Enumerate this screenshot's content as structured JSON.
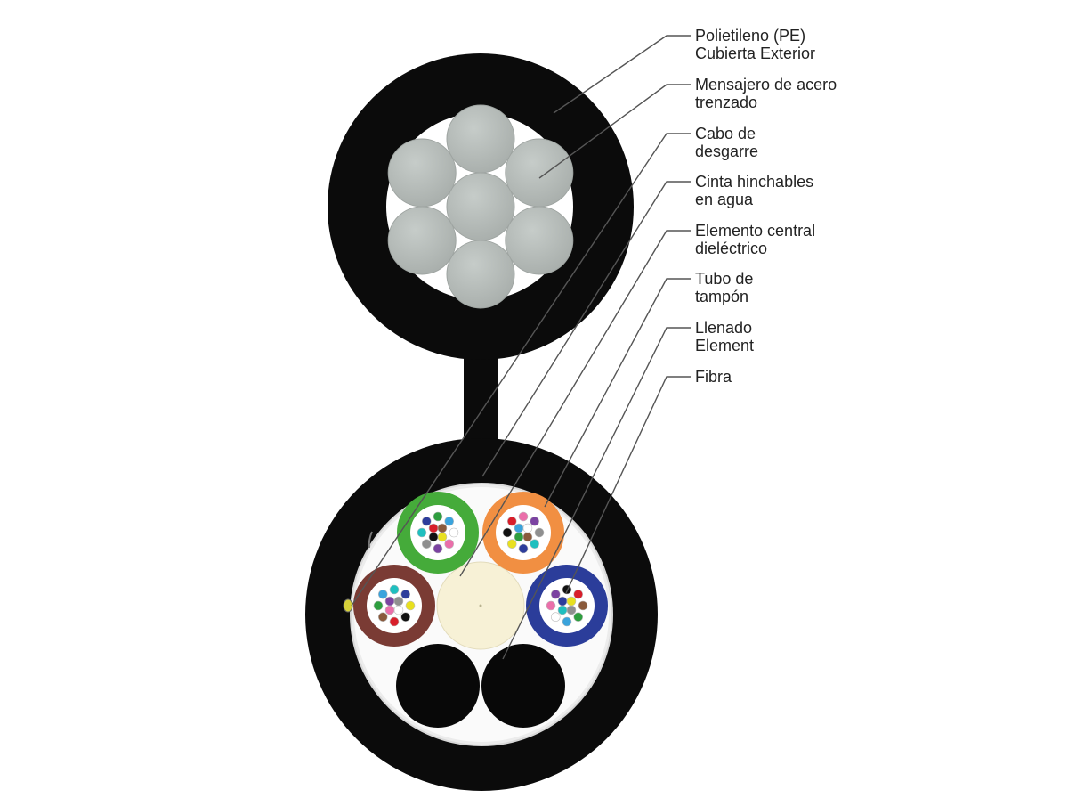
{
  "colors": {
    "jacket": "#0b0b0b",
    "steel_strand": "#b5bbb8",
    "filling": "#f8f8f6",
    "central_element": "#f7f1d6",
    "leader_line": "#555555",
    "tube_colors": [
      "#45ab3a",
      "#f18f42",
      "#7a3b34",
      "#2b3d9a"
    ],
    "fiber_colors": [
      "#e8e01f",
      "#111111",
      "#d81e2a",
      "#8a5a3c",
      "#2e9e3f",
      "#3aa3dc",
      "#ffffff",
      "#ea6faa",
      "#7b43a1",
      "#8f8f8f",
      "#1fbfbf",
      "#2d3d9b"
    ]
  },
  "labels": [
    {
      "lines": [
        "Polietileno (PE)",
        "Cubierta Exterior"
      ]
    },
    {
      "lines": [
        "Mensajero de acero",
        "trenzado"
      ]
    },
    {
      "lines": [
        "Cabo de",
        "desgarre"
      ]
    },
    {
      "lines": [
        "Cinta hinchables",
        "en agua"
      ]
    },
    {
      "lines": [
        "Elemento central",
        "dieléctrico"
      ]
    },
    {
      "lines": [
        "Tubo de",
        "tampón"
      ]
    },
    {
      "lines": [
        "Llenado",
        "Element"
      ]
    },
    {
      "lines": [
        "Fibra"
      ]
    }
  ]
}
